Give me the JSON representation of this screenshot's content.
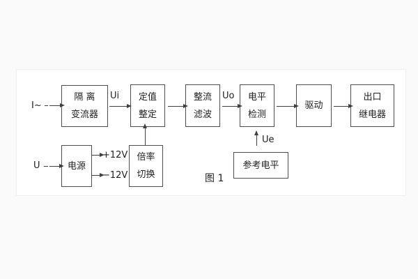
{
  "figure": {
    "caption": "图 1"
  },
  "inputs": {
    "current": "I~",
    "voltage": "U"
  },
  "signals": {
    "ui": "Ui",
    "uo": "Uo",
    "ue": "Ue",
    "plus12": "+12V",
    "minus12": "−12V"
  },
  "blocks": {
    "isolation": {
      "lines": [
        "隔 离",
        "变流器"
      ]
    },
    "setting": {
      "lines": [
        "定值",
        "整定"
      ]
    },
    "rectifier": {
      "lines": [
        "整流",
        "滤波"
      ]
    },
    "level": {
      "lines": [
        "电平",
        "检测"
      ]
    },
    "drive": {
      "lines": [
        "驱动"
      ]
    },
    "output_relay": {
      "lines": [
        "出口",
        "继电器"
      ]
    },
    "power": {
      "lines": [
        "电源"
      ]
    },
    "ratio_switch": {
      "lines": [
        "倍率",
        "切换"
      ]
    },
    "reference_level": {
      "lines": [
        "参考电平"
      ]
    }
  },
  "colors": {
    "line": "#3f3f3f",
    "text": "#1f1f1f",
    "page_background": "#fafafa",
    "panel_background": "#ffffff"
  }
}
